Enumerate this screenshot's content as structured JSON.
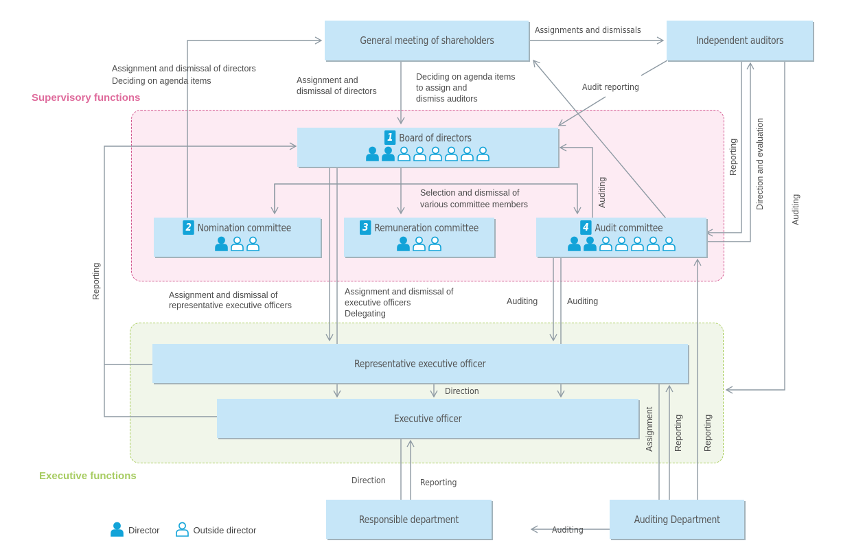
{
  "regions": {
    "supervisory": "Supervisory functions",
    "executive": "Executive functions"
  },
  "boxes": {
    "shareholders": "General meeting of shareholders",
    "auditors": "Independent auditors",
    "board": {
      "number": "1",
      "title": "Board of directors",
      "directors": 2,
      "outside_directors": 6
    },
    "nomination": {
      "number": "2",
      "title": "Nomination committee",
      "directors": 1,
      "outside_directors": 2
    },
    "remuneration": {
      "number": "3",
      "title": "Remuneration committee",
      "directors": 1,
      "outside_directors": 2
    },
    "audit": {
      "number": "4",
      "title": "Audit committee",
      "directors": 2,
      "outside_directors": 5
    },
    "rep_exec": "Representative executive officer",
    "exec": "Executive officer",
    "responsible": "Responsible department",
    "auditing_dept": "Auditing Department"
  },
  "labels": {
    "assign_dismiss_dirs_1": "Assignment and dismissal of directors",
    "assign_dismiss_dirs_2": "Deciding on agenda items",
    "assign_dirs_mid_1": "Assignment and",
    "assign_dirs_mid_2": "dismissal of directors",
    "agenda_auditors_1": "Deciding on agenda items",
    "agenda_auditors_2": "to assign and",
    "agenda_auditors_3": "dismiss auditors",
    "assignments_dismissals": "Assignments and dismissals",
    "audit_reporting": "Audit reporting",
    "selection_1": "Selection and dismissal of",
    "selection_2": "various committee members",
    "auditing_board": "Auditing",
    "reporting_auditors": "Reporting",
    "direction_evaluation": "Direction and evaluation",
    "auditing_right": "Auditing",
    "reporting_left": "Reporting",
    "assign_rep_1": "Assignment and dismissal of",
    "assign_rep_2": "representative executive officers",
    "assign_exec_1": "Assignment and dismissal of",
    "assign_exec_2": "executive officers",
    "assign_exec_3": "Delegating",
    "auditing_a": "Auditing",
    "auditing_b": "Auditing",
    "direction_mid": "Direction",
    "assignment_v": "Assignment",
    "reporting_v1": "Reporting",
    "reporting_v2": "Reporting",
    "direction_bottom": "Direction",
    "reporting_bottom": "Reporting",
    "auditing_bottom": "Auditing"
  },
  "legend": {
    "director": "Director",
    "outside_director": "Outside director"
  },
  "colors": {
    "box_fill": "#c6e6f8",
    "director_icon": "#12a3d8",
    "supervisory": "#d2568e",
    "executive": "#a8cd5a",
    "line": "#8e9aa3"
  }
}
